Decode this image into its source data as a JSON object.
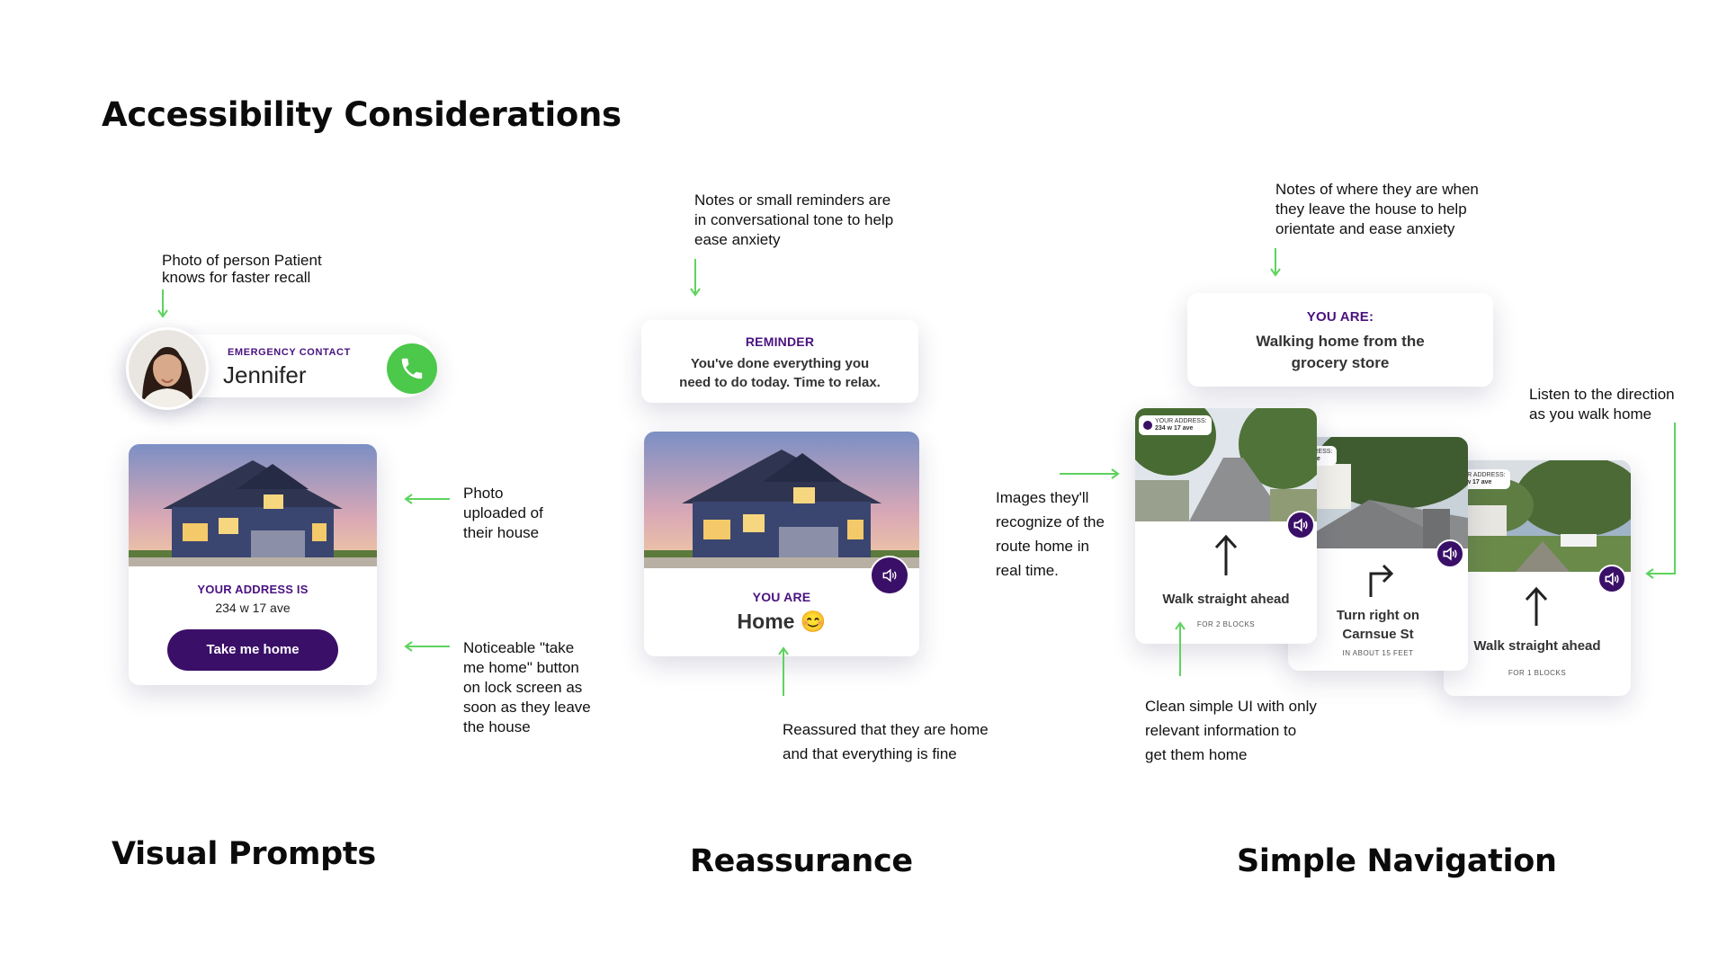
{
  "page": {
    "title": "Accessibility Considerations",
    "sections": [
      "Visual Prompts",
      "Reassurance",
      "Simple Navigation"
    ]
  },
  "colors": {
    "accent": "#3a0f68",
    "label": "#4a1280",
    "arrow": "#5ed35e",
    "call": "#4cc84a"
  },
  "visual_prompts": {
    "note_photo_person": [
      "Photo of person Patient",
      "knows for faster recall"
    ],
    "contact": {
      "label": "EMERGENCY CONTACT",
      "name": "Jennifer",
      "call_icon": "phone-icon"
    },
    "note_photo_house": [
      "Photo",
      "uploaded of",
      "their house"
    ],
    "address_card": {
      "label": "YOUR ADDRESS IS",
      "address": "234 w 17 ave",
      "button": "Take me home"
    },
    "note_button": [
      "Noticeable \"take",
      "me home\"  button",
      "on lock screen as",
      "soon as they leave",
      "the house"
    ]
  },
  "reassurance": {
    "note_reminder": [
      "Notes or small reminders are",
      "in conversational tone to help",
      "ease anxiety"
    ],
    "reminder": {
      "label": "REMINDER",
      "lines": [
        "You've done everything you",
        "need to do today. Time to relax."
      ]
    },
    "home_card": {
      "label": "YOU ARE",
      "value": "Home",
      "emoji": "😊"
    },
    "note_home": [
      "Reassured that they are home",
      "and that everything is fine"
    ]
  },
  "navigation": {
    "note_where": [
      "Notes of where they are when",
      "they leave the house to help",
      "orientate and ease anxiety"
    ],
    "status": {
      "label": "YOU ARE:",
      "lines": [
        "Walking home from the",
        "grocery store"
      ]
    },
    "note_images": [
      "Images they'll",
      "recognize of the",
      "route home in",
      "real time."
    ],
    "note_listen": [
      "Listen to the direction",
      "as you walk home"
    ],
    "note_clean": [
      "Clean simple UI with only",
      "relevant information to",
      "get them home"
    ],
    "cards": [
      {
        "tag_label": "YOUR ADDRESS:",
        "tag_value": "234 w 17 ave",
        "lines": [
          "Walk straight ahead"
        ],
        "sub": "FOR 2 BLOCKS",
        "arrow": "arrow-up-icon"
      },
      {
        "tag_label": "R ADDRESS:",
        "tag_value": "w 17 ave",
        "lines": [
          "Turn right on",
          "Carnsue St"
        ],
        "sub": "IN ABOUT 15 FEET",
        "arrow": "turn-right-icon"
      },
      {
        "tag_label": "YOUR ADDRESS:",
        "tag_value": "234 w 17 ave",
        "lines": [
          "Walk straight ahead"
        ],
        "sub": "FOR 1 BLOCKS",
        "arrow": "arrow-up-icon"
      }
    ]
  }
}
